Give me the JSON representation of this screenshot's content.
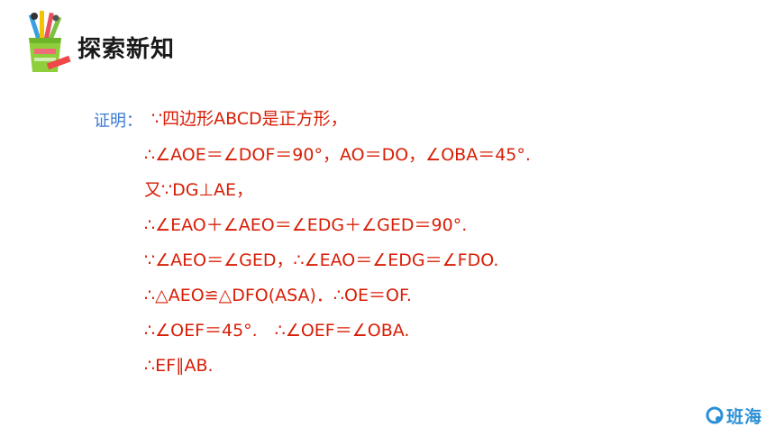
{
  "header": {
    "title": "探索新知",
    "icon": "pencil-cup-icon"
  },
  "proof": {
    "label": "证明：",
    "lines": [
      "∵四边形ABCD是正方形，",
      "∴∠AOE＝∠DOF＝90°，AO＝DO，∠OBA＝45°.",
      "又∵DG⊥AE，",
      "∴∠EAO＋∠AEO＝∠EDG＋∠GED＝90°.",
      "∵∠AEO＝∠GED，∴∠EAO＝∠EDG＝∠FDO.",
      "∴△AEO≌△DFO(ASA)．∴OE＝OF.",
      "∴∠OEF＝45°.　∴∠OEF＝∠OBA.",
      "∴EF∥AB."
    ]
  },
  "brand": {
    "name": "班海",
    "icon": "banhai-logo-icon"
  },
  "colors": {
    "label": "#3a7bd5",
    "proof_text": "#d81e06",
    "title": "#1a1a1a",
    "brand": "#2b8fd6"
  }
}
